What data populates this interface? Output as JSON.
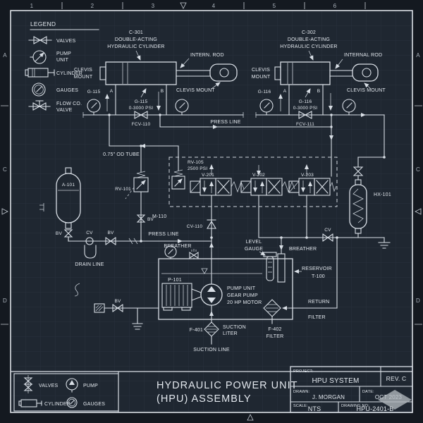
{
  "colors": {
    "line": "#d9dfe6",
    "sheet_background": "#1f2731",
    "margin_background": "#141920",
    "grid": "#29313d",
    "watermark": "#b2b8be"
  },
  "border": {
    "top_numbers": [
      "1",
      "2",
      "3",
      "4",
      "5",
      "6"
    ],
    "left_letters": [
      "A",
      "C",
      "D"
    ],
    "right_letters": [
      "A",
      "C",
      "D"
    ]
  },
  "legend_top": {
    "title": "LEGEND",
    "valves": "VALVES",
    "pump_line1": "PUMP",
    "pump_line2": "UNIT",
    "cylinder": "CYLINDER",
    "gauges": "GAUGES",
    "flow_line1": "FLOW CO.",
    "flow_line2": "VALVE"
  },
  "cylinder_left": {
    "tag": "C-301",
    "type_line1": "DOUBLE-ACTING",
    "type_line2": "HYDRAULIC CYLINDER",
    "rod_label": "INTERN. ROD",
    "clevis_left_line1": "CLEVIS",
    "clevis_left_line2": "MOUNT",
    "clevis_right": "CLEVIS MOUNT",
    "gauge_tag": "G-115",
    "port_a": "A",
    "port_b": "B",
    "gauge_spec_line1": "G-115",
    "gauge_spec_line2": "0-3000 PSI",
    "valve_tag": "FCV-110"
  },
  "cylinder_right": {
    "tag": "C-302",
    "type_line1": "DOUBLE-ACTING",
    "type_line2": "HYDRAULIC CYLINDER",
    "rod_label": "INTERNAL ROD",
    "clevis_left_line1": "CLEVIS",
    "clevis_left_line2": "MOUNT",
    "clevis_right": "CLEVIS MOUNT",
    "gauge_tag": "G-116",
    "port_a": "A",
    "port_b": "B",
    "gauge_spec_line1": "G-116",
    "gauge_spec_line2": "0-3000 PSI",
    "valve_tag": "FCV-111"
  },
  "piping": {
    "press_line_top": "PRESS LINE",
    "od_tube": "0.75\" OD TUBE",
    "press_line_left": "PRESS LINE",
    "drain_line": "DRAIN LINE",
    "suction_line": "SUCTION LINE"
  },
  "manifold": {
    "tag": "M-110",
    "relief_tag": "RV-105",
    "relief_spec": "2500 PSI",
    "valve1": "V-201",
    "valve2": "V-202",
    "valve3": "V-203",
    "check_valve": "CV-110"
  },
  "accumulator": {
    "tag": "A-101",
    "bv": "BV"
  },
  "left_piping": {
    "cv": "CV",
    "bv": "BV",
    "relief_tag": "RV-101",
    "relief_bv": "BV",
    "tank_bv": "BV"
  },
  "right_piping": {
    "hx_tag": "HX-101",
    "cv": "CV"
  },
  "reservoir": {
    "tag_line1": "RESERVOIR",
    "tag_line2": "T-100",
    "breather_left": "BREATHER",
    "breather_right": "BREATHER",
    "level_line1": "LEVEL",
    "level_line2": "GAUGE",
    "return_line1": "RETURN",
    "return_line2": "FILTER",
    "motor_tag": "P-101",
    "pump_line1": "PUMP UNIT",
    "pump_line2": "GEAR PUMP",
    "pump_line3": "20 HP MOTOR",
    "suction_filter_tag": "F-401",
    "suction_filter_line1": "SUCTION",
    "suction_filter_line2": "LITER",
    "return_filter_tag": "F-402",
    "return_filter_label": "FILTER"
  },
  "legend_bottom": {
    "valves": "VALVES",
    "pump": "PUMP",
    "cylinder": "CYLINDER",
    "gauges": "GAUGES"
  },
  "title": {
    "line1": "HYDRAULIC POWER UNIT",
    "line2": "(HPU) ASSEMBLY"
  },
  "title_block": {
    "project_label": "PROJECT:",
    "project_value": "HPU SYSTEM",
    "revision": "REV. C",
    "drawn_label": "DRAWN:",
    "drawn_value": "J. MORGAN",
    "date_label": "DATE:",
    "date_value": "OCT 2023",
    "scale_label": "SCALE:",
    "scale_value": "NTS",
    "drawing_no_label": "DRAWING NO:",
    "drawing_no_value": "HPU-2401-B"
  }
}
